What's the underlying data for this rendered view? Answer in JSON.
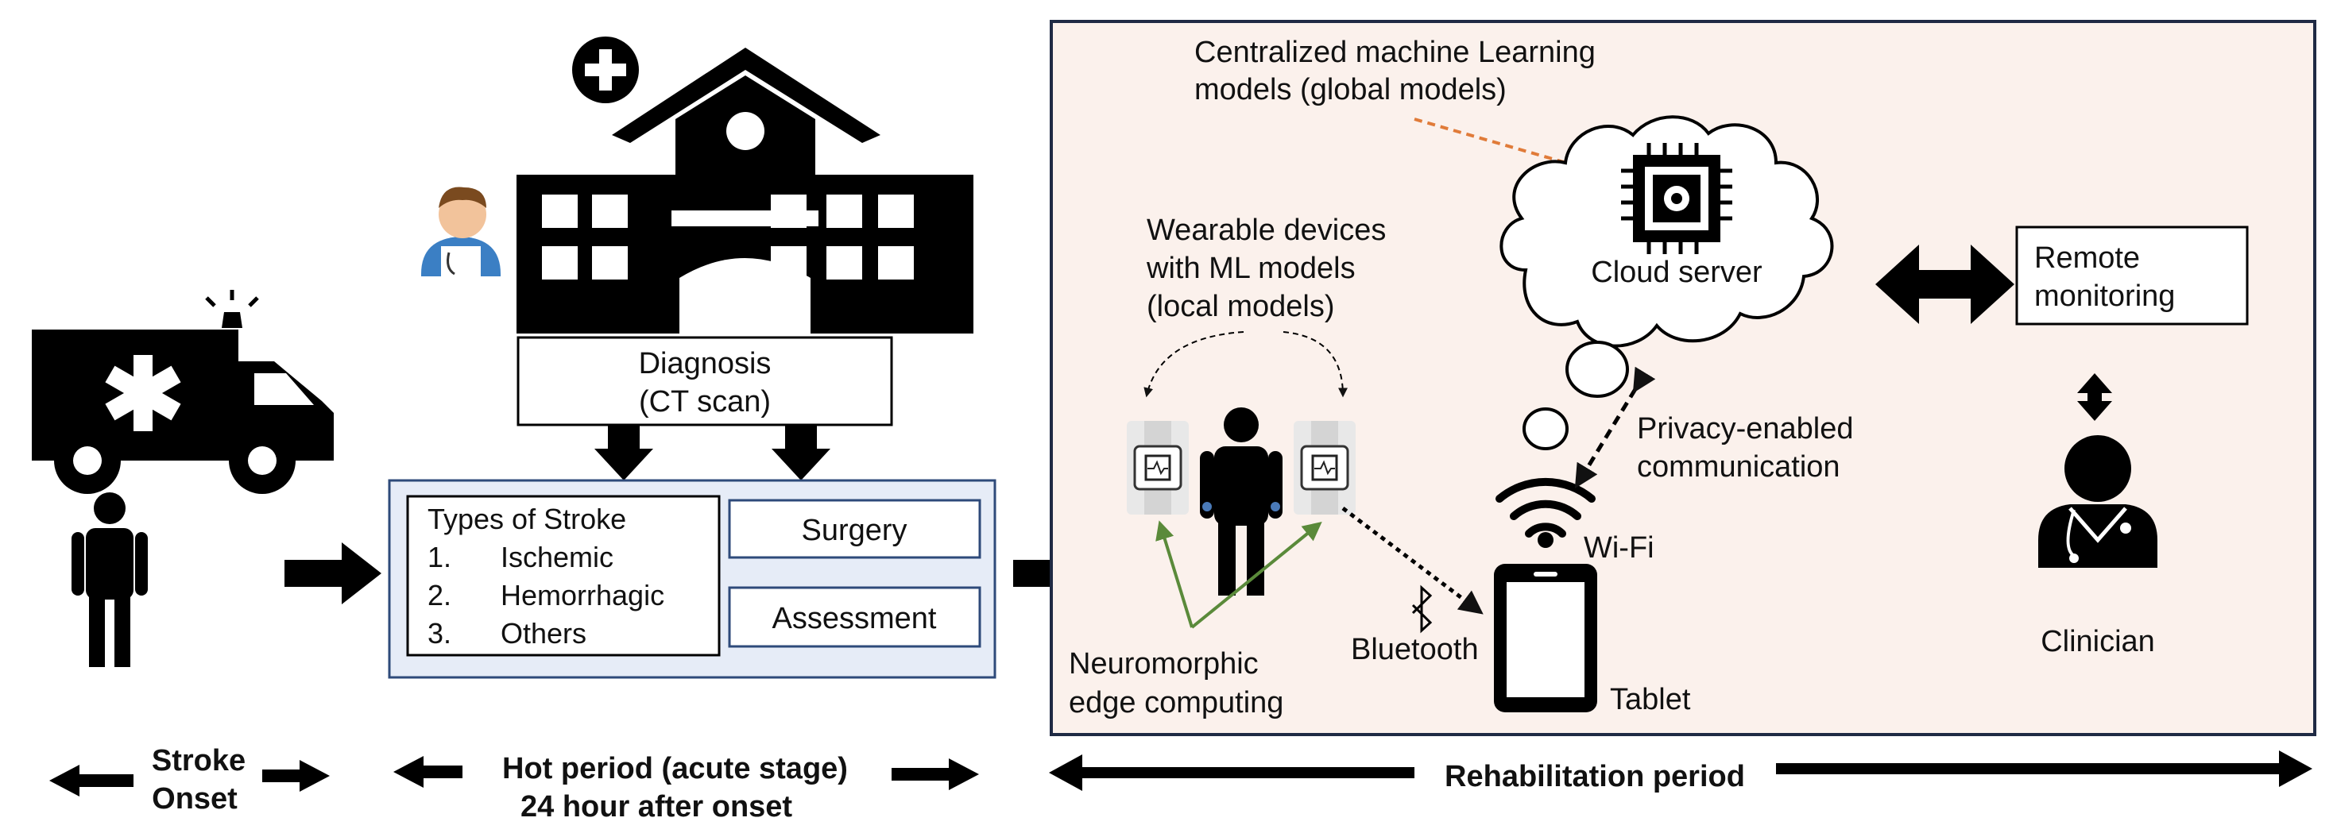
{
  "hospital": {
    "diagnosis_line1": "Diagnosis",
    "diagnosis_line2": "(CT scan)"
  },
  "acute": {
    "types_title": "Types of Stroke",
    "types": [
      {
        "num": "1.",
        "label": "Ischemic"
      },
      {
        "num": "2.",
        "label": "Hemorrhagic"
      },
      {
        "num": "3.",
        "label": "Others"
      }
    ],
    "surgery": "Surgery",
    "assessment": "Assessment"
  },
  "rehab": {
    "central_ml_line1": "Centralized machine Learning",
    "central_ml_line2": "models (global models)",
    "cloud_server": "Cloud server",
    "wearable_line1": "Wearable devices",
    "wearable_line2": "with ML models",
    "wearable_line3": "(local models)",
    "remote_line1": "Remote",
    "remote_line2": "monitoring",
    "privacy_line1": "Privacy-enabled",
    "privacy_line2": "communication",
    "wifi": "Wi-Fi",
    "bluetooth": "Bluetooth",
    "tablet": "Tablet",
    "neuromorphic_line1": "Neuromorphic",
    "neuromorphic_line2": "edge computing",
    "clinician": "Clinician"
  },
  "timeline": {
    "stroke_line1": "Stroke",
    "stroke_line2": "Onset",
    "hot_line1": "Hot period (acute stage)",
    "hot_line2": "24 hour after onset",
    "rehab": "Rehabilitation period"
  },
  "colors": {
    "dark_navy": "#1f2a44",
    "acute_fill": "#e6ecf7",
    "acute_border": "#2e4a7a",
    "rehab_fill": "#fbf1ec",
    "orange_arrow": "#e07b39",
    "green_arrow": "#5a8a3a"
  }
}
